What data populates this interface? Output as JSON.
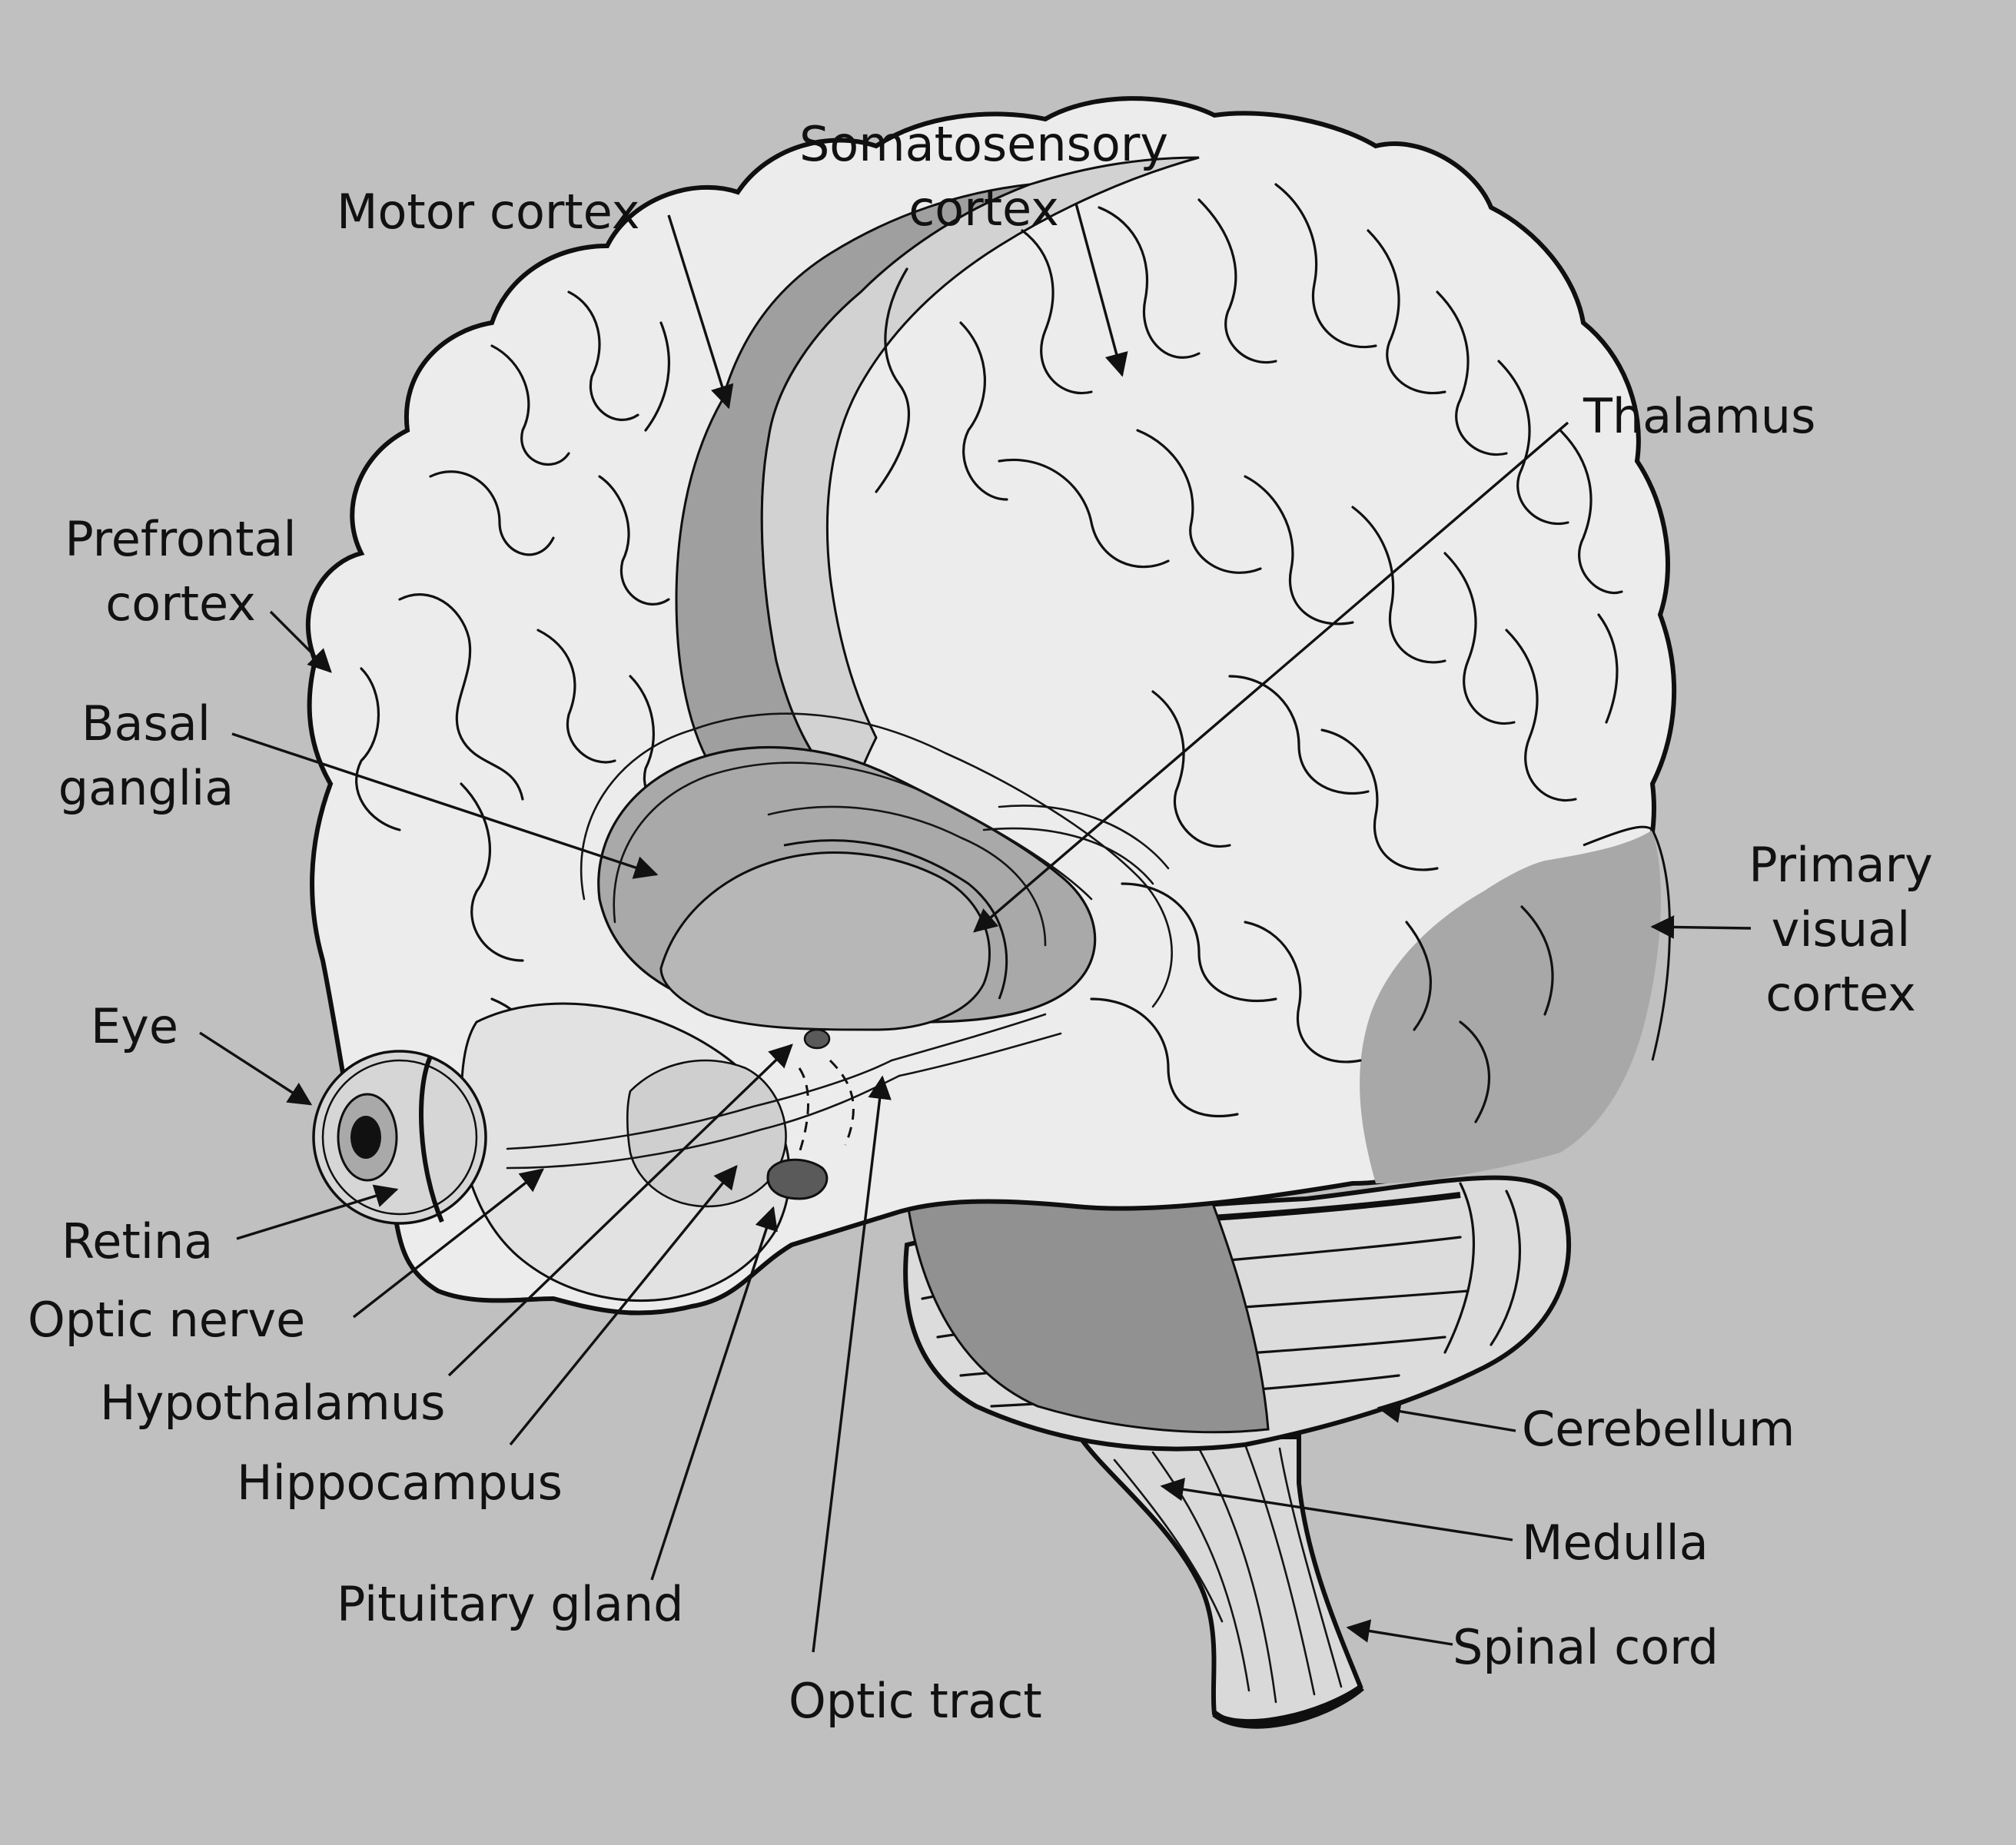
{
  "diagram": {
    "labels": {
      "motor_cortex": "Motor cortex",
      "somatosensory_line1": "Somatosensory",
      "somatosensory_line2": "cortex",
      "thalamus": "Thalamus",
      "prefrontal_line1": "Prefrontal",
      "prefrontal_line2": "cortex",
      "basal_line1": "Basal",
      "basal_line2": "ganglia",
      "primary_visual_line1": "Primary",
      "primary_visual_line2": "visual",
      "primary_visual_line3": "cortex",
      "eye": "Eye",
      "retina": "Retina",
      "optic_nerve": "Optic nerve",
      "hypothalamus": "Hypothalamus",
      "hippocampus": "Hippocampus",
      "pituitary_gland": "Pituitary gland",
      "optic_tract": "Optic tract",
      "cerebellum": "Cerebellum",
      "medulla": "Medulla",
      "spinal_cord": "Spinal cord"
    },
    "colors": {
      "background": "#c0c0c0",
      "cortex_fill": "#ececec",
      "motor_strip": "#9f9f9f",
      "somatosensory_strip": "#d4d4d4",
      "deep_structures": "#a9a9a9",
      "brainstem_dark": "#909090",
      "visual_cortex": "#a8a8a8",
      "pituitary": "#5a5a5a",
      "outline": "#0f0f0f"
    }
  }
}
